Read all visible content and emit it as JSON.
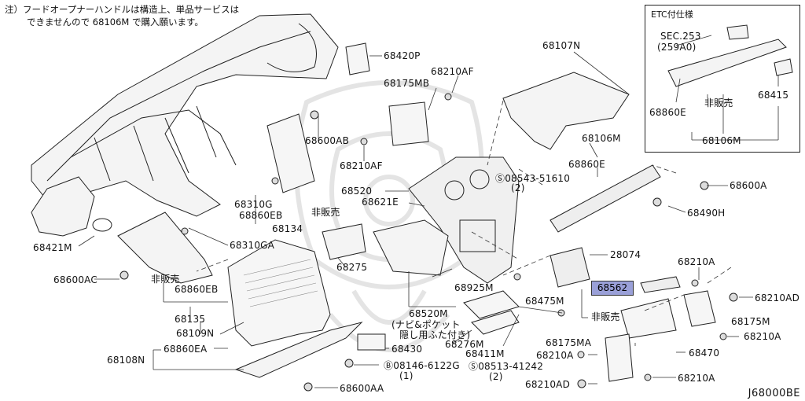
{
  "note": {
    "line1": "注）フードオープナーハンドルは構造上、単品サービスは",
    "line2": "できませんので 68106M で購入願います。"
  },
  "etc_box": {
    "title": "ETC付仕様",
    "labels": [
      "SEC.253",
      "(259A0)",
      "68860E",
      "非販売",
      "68415",
      "68106M"
    ]
  },
  "parts": [
    "68420P",
    "68175MB",
    "68210AF",
    "68107N",
    "68600AB",
    "68210AF",
    "68106M",
    "68860E",
    "08543-51610",
    "(2)",
    "68600A",
    "68520",
    "68621E",
    "68490H",
    "68310G",
    "68860EB",
    "非販売",
    "68134",
    "68421M",
    "68310GA",
    "68275",
    "28074",
    "68210A",
    "68600AC",
    "非販売",
    "68860EB",
    "68925M",
    "68520M",
    "(ナビ&ポケット",
    "隠し用ふた付き)",
    "68475M",
    "68210AD",
    "68135",
    "68109N",
    "非販売",
    "68175M",
    "68276M",
    "68210A",
    "68108N",
    "68860EA",
    "68430",
    "68411M",
    "68175MA",
    "68470",
    "08146-6122G",
    "(1)",
    "68210A",
    "08513-41242",
    "(2)",
    "68600AA",
    "68210AD",
    "68210A"
  ],
  "highlight": "68562",
  "diagram_code": "J68000BE"
}
